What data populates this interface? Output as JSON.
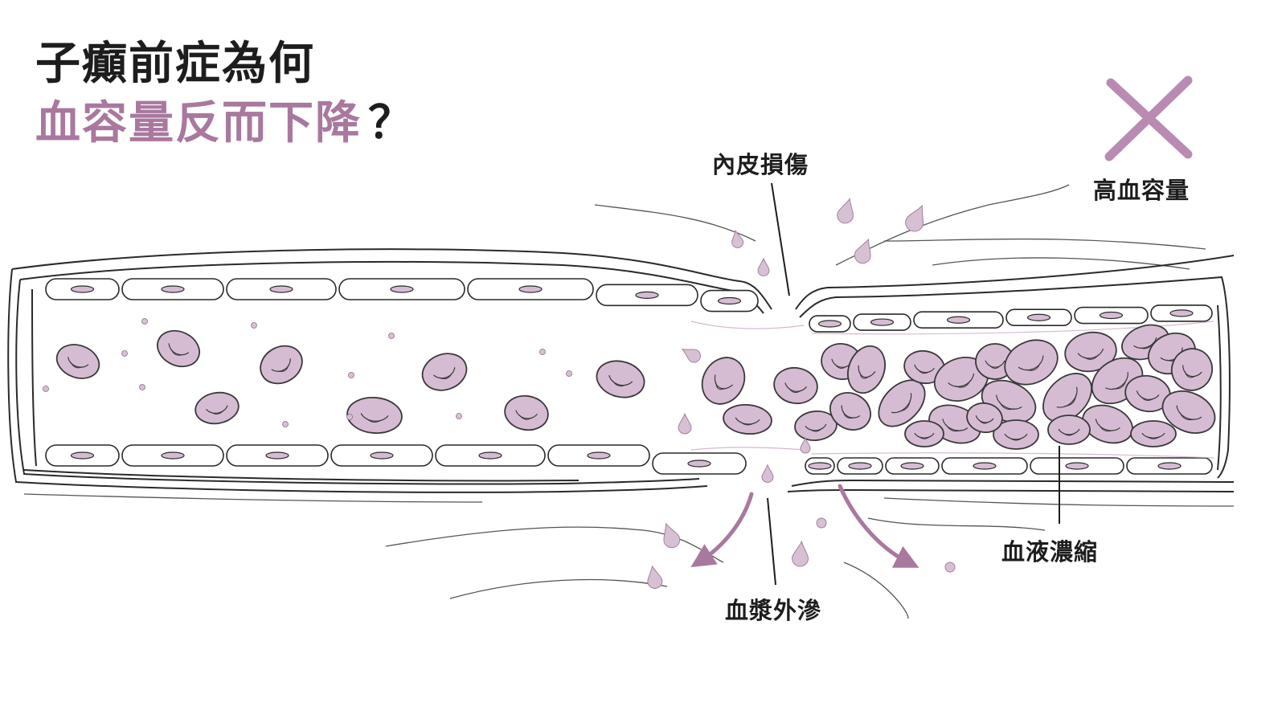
{
  "title": {
    "line1": "子癲前症為何",
    "line2_highlight": "血容量反而下降",
    "line2_mark": "？"
  },
  "labels": {
    "endothelial_damage": "內皮損傷",
    "plasma_leakage": "血漿外滲",
    "hemoconcentration": "血液濃縮",
    "high_volume": "高血容量"
  },
  "icons": {
    "cross": "cross-mark-icon",
    "arrow": "leak-arrow-icon"
  },
  "colors": {
    "accent": "#a9789f",
    "cell_fill": "#d6bcd3",
    "cell_stroke": "#3a3a3a",
    "ink": "#1d1d1d",
    "droplet": "#d8c0d4"
  }
}
